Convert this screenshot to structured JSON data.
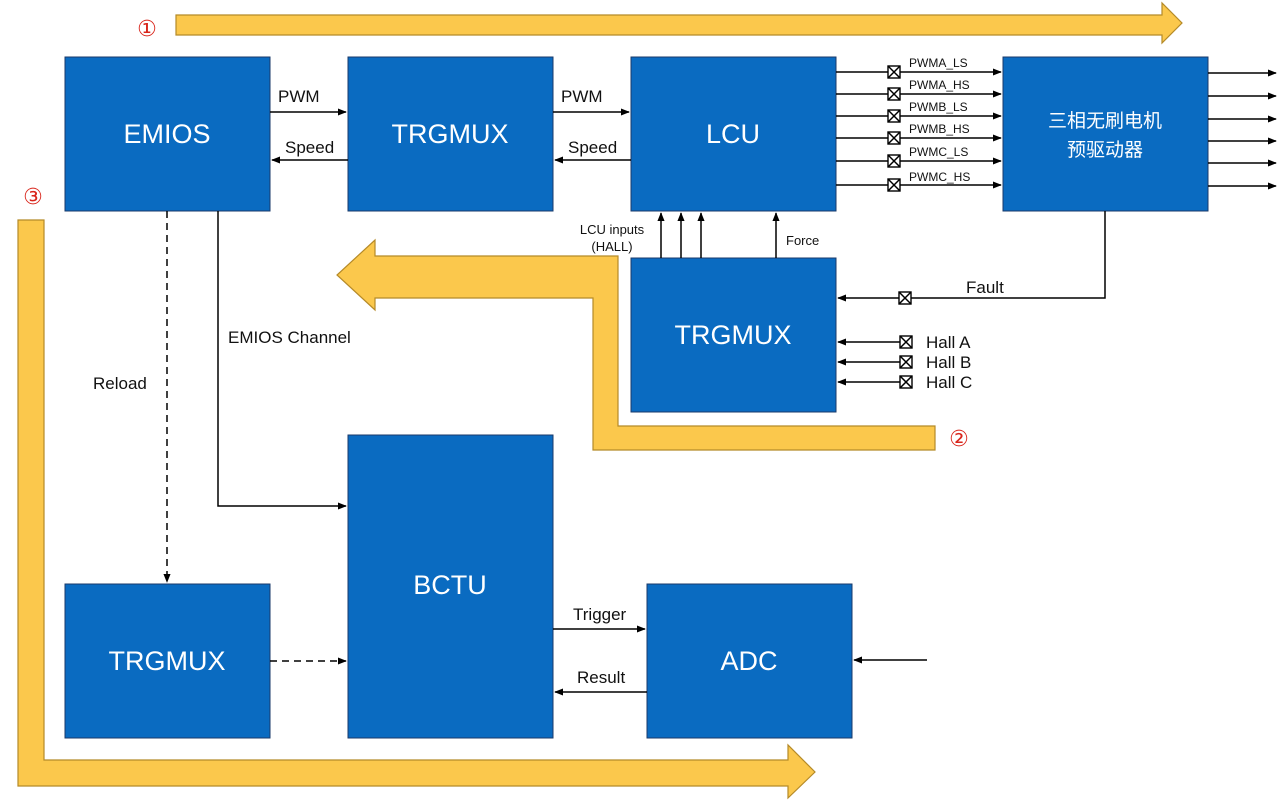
{
  "blocks": {
    "emios": "EMIOS",
    "trgmux_top": "TRGMUX",
    "lcu": "LCU",
    "driver_line1": "三相无刷电机",
    "driver_line2": "预驱动器",
    "trgmux_mid": "TRGMUX",
    "bctu": "BCTU",
    "trgmux_bottom": "TRGMUX",
    "adc": "ADC"
  },
  "labels": {
    "pwm_1": "PWM",
    "speed_1": "Speed",
    "pwm_2": "PWM",
    "speed_2": "Speed",
    "lcu_inputs_line1": "LCU inputs",
    "lcu_inputs_line2": "(HALL)",
    "force": "Force",
    "fault": "Fault",
    "hall_a": "Hall A",
    "hall_b": "Hall B",
    "hall_c": "Hall C",
    "emios_channel": "EMIOS Channel",
    "reload": "Reload",
    "trigger": "Trigger",
    "result": "Result"
  },
  "pwm_signals": [
    "PWMA_LS",
    "PWMA_HS",
    "PWMB_LS",
    "PWMB_HS",
    "PWMC_LS",
    "PWMC_HS"
  ],
  "flow_markers": {
    "one": "①",
    "two": "②",
    "three": "③"
  },
  "colors": {
    "block": "#0a6bc1",
    "flow_arrow": "#fbc84c",
    "marker": "#d9261c"
  }
}
